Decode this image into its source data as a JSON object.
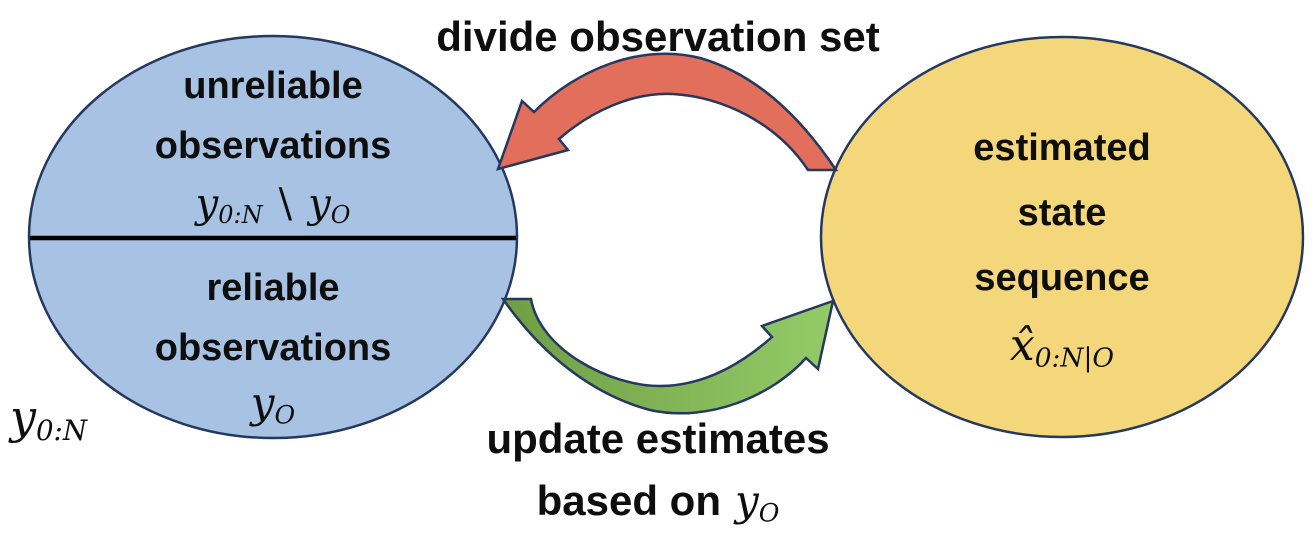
{
  "colors": {
    "blue_fill": "#a7c2e2",
    "yellow_fill": "#f3d77a",
    "red_fill": "#e26e5c",
    "green_dark": "#6f9e44",
    "green_light": "#94cb68",
    "outline": "#25385f",
    "divider": "#000000"
  },
  "top_label": "divide observation set",
  "left_ellipse": {
    "top_half": {
      "line1": "unreliable",
      "line2": "observations",
      "math": {
        "base1": "y",
        "sub1": "0:N",
        "operator": "\\",
        "base2": "y",
        "sub2": "O"
      }
    },
    "bottom_half": {
      "line1": "reliable",
      "line2": "observations",
      "math": {
        "base": "y",
        "sub": "O"
      }
    }
  },
  "outside_label": {
    "base": "y",
    "sub": "0:N"
  },
  "right_ellipse": {
    "line1": "estimated",
    "line2": "state",
    "line3": "sequence",
    "math": {
      "base": "x̂",
      "sub": "0:N|O"
    }
  },
  "bottom_label": {
    "line1": "update estimates",
    "line2_text": "based on",
    "line2_math": {
      "base": "y",
      "sub": "O"
    }
  }
}
